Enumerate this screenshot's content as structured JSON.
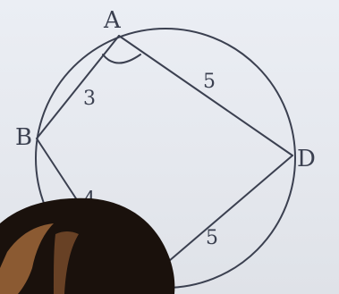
{
  "diagram": {
    "points": {
      "A": "A",
      "B": "B",
      "D": "D"
    },
    "segment_lengths": {
      "AB": "3",
      "AD": "5",
      "BC": "4",
      "CD": "5"
    }
  },
  "colors": {
    "background": "#e6e9ef",
    "ink": "#3b4050",
    "hair": "#1a110c",
    "hair_highlight": "#a0673a"
  }
}
